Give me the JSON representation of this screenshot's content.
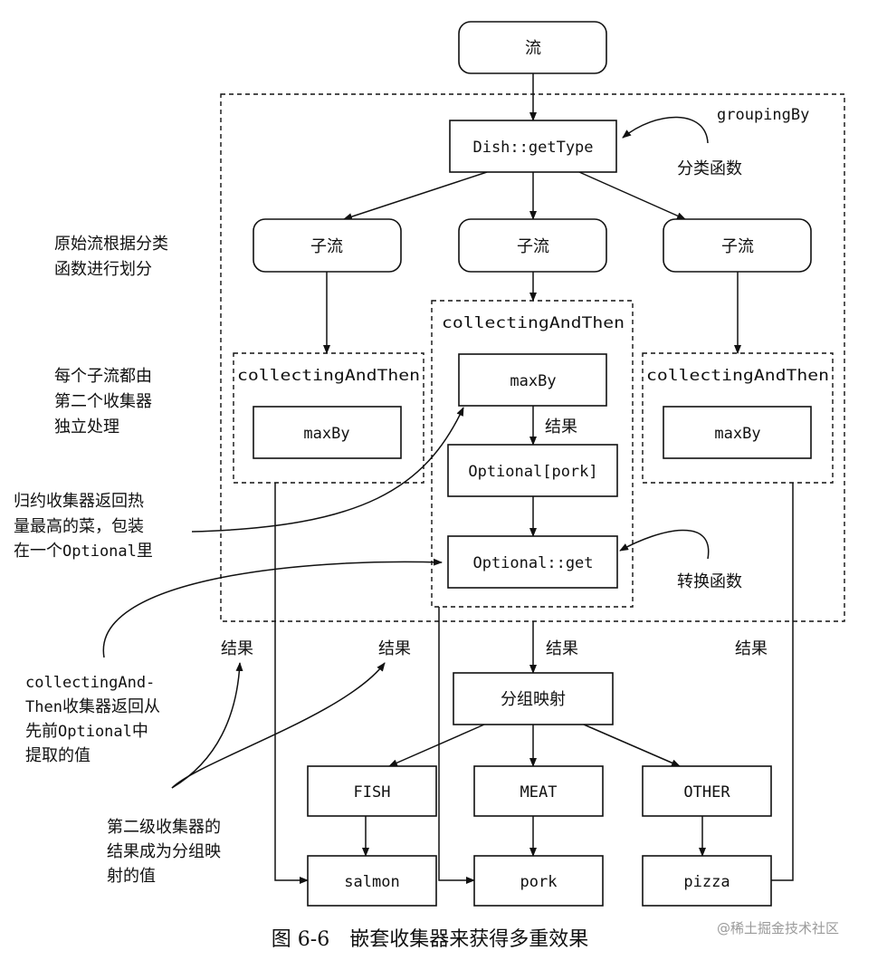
{
  "nodes": {
    "stream": "流",
    "classifier": "Dish::getType",
    "substream_left": "子流",
    "substream_middle": "子流",
    "substream_right": "子流",
    "maxby_left": "maxBy",
    "maxby_middle": "maxBy",
    "maxby_right": "maxBy",
    "optional_pork": "Optional[pork]",
    "optional_get": "Optional::get",
    "group_map": "分组映射",
    "key_fish": "FISH",
    "key_meat": "MEAT",
    "key_other": "OTHER",
    "value_salmon": "salmon",
    "value_pork": "pork",
    "value_pizza": "pizza"
  },
  "containers": {
    "grouping_by": "groupingBy",
    "cat_left": "collectingAndThen",
    "cat_middle": "collectingAndThen",
    "cat_right": "collectingAndThen"
  },
  "labels": {
    "classifier_fn": "分类函数",
    "result_inner": "结果",
    "transform_fn": "转换函数",
    "result_1": "结果",
    "result_2": "结果",
    "result_3": "结果",
    "result_4": "结果"
  },
  "annotations": {
    "partition_1": "原始流根据分类",
    "partition_2": "函数进行划分",
    "sub_1": "每个子流都由",
    "sub_2": "第二个收集器",
    "sub_3": "独立处理",
    "reduce_1": "归约收集器返回热",
    "reduce_2": "量最高的菜，包装",
    "reduce_3a": "在一个",
    "reduce_3b": "Optional",
    "reduce_3c": "里",
    "cat_1": "collectingAnd-",
    "cat_2a": "Then",
    "cat_2b": "收集器返回从",
    "cat_3a": "先前",
    "cat_3b": "Optional",
    "cat_3c": "中",
    "cat_4": "提取的值",
    "second_1": "第二级收集器的",
    "second_2": "结果成为分组映",
    "second_3": "射的值"
  },
  "caption": "图 6-6　嵌套收集器来获得多重效果",
  "watermark": "@稀土掘金技术社区"
}
